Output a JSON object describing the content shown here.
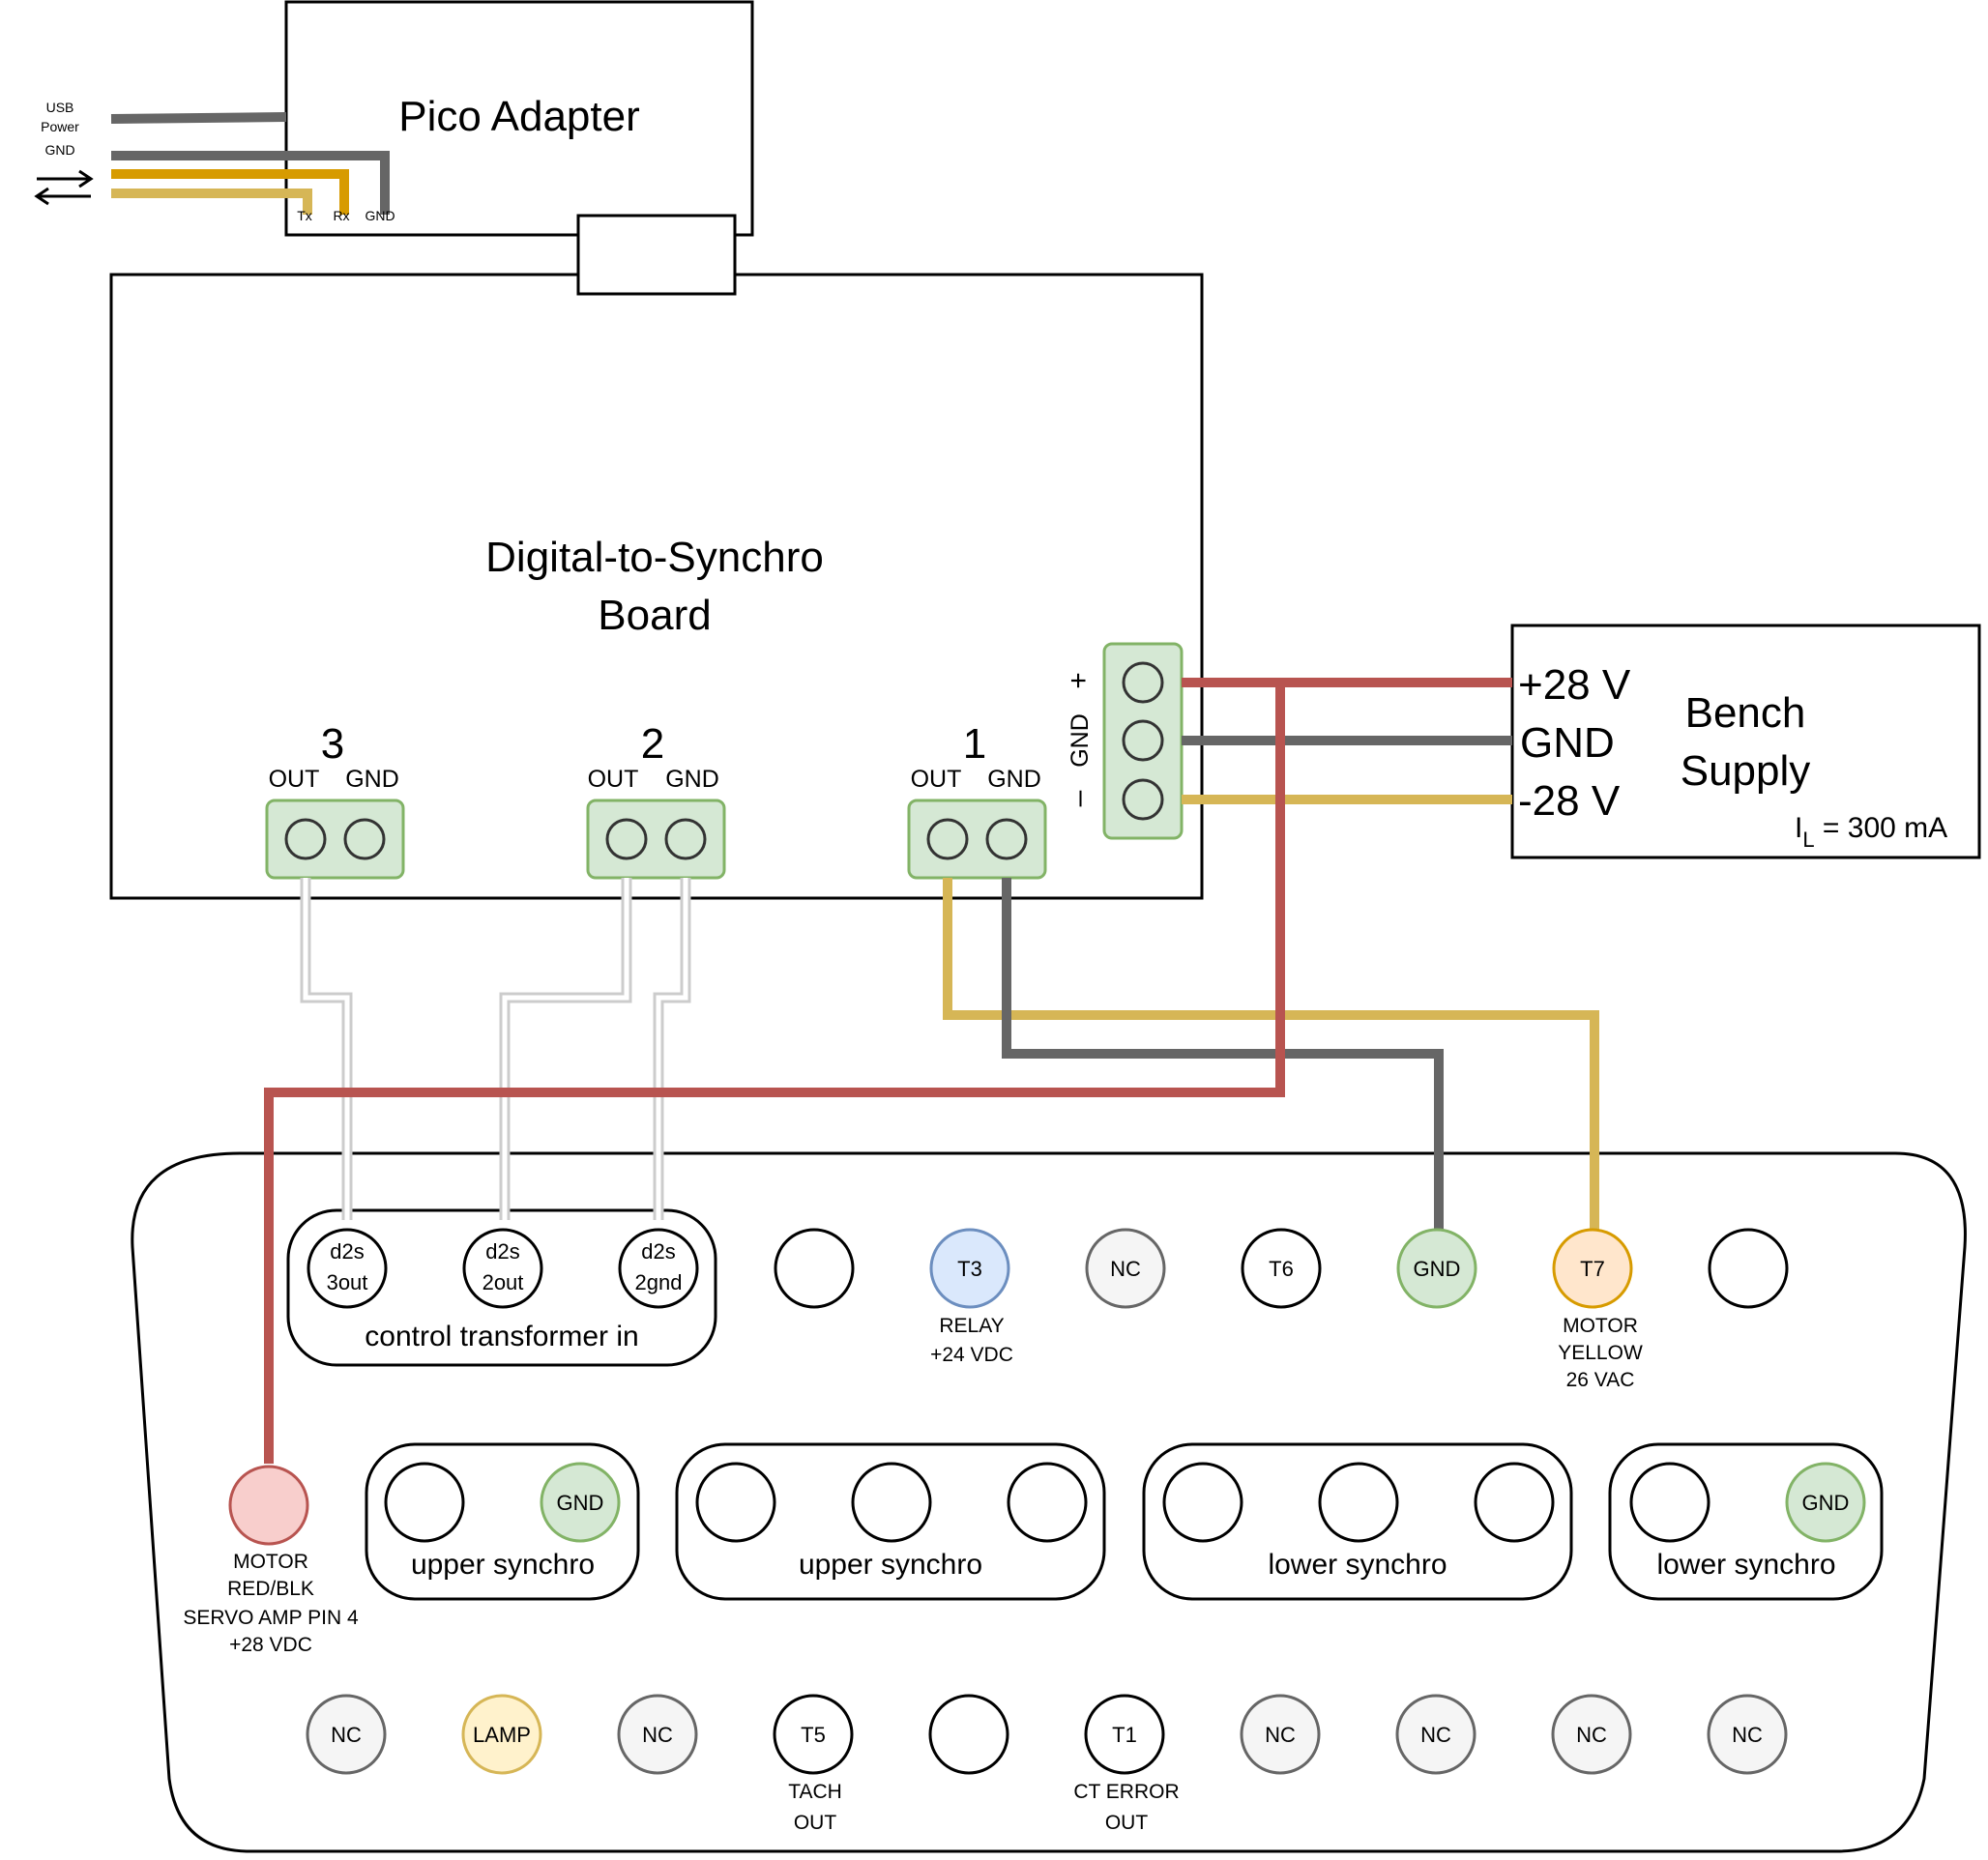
{
  "colors": {
    "red": "#b85450",
    "gray": "#666666",
    "yellow": "#d6b656",
    "orange_yellow": "#d79b00",
    "light_gray_wire": "#cccccc",
    "terminal_fill": "#d5e8d4",
    "terminal_stroke": "#82b366",
    "pin_red_fill": "#f8cecc",
    "pin_blue_fill": "#dae8fc",
    "pin_blue_stroke": "#6c8ebf",
    "pin_orange_fill": "#ffe6cc",
    "pin_orange_stroke": "#d79b00",
    "pin_lamp_fill": "#fff2cc",
    "pin_gray_fill": "#f5f5f5"
  },
  "pico": {
    "title": "Pico Adapter",
    "usb_label_1": "USB",
    "usb_label_2": "Power",
    "gnd_label": "GND",
    "pin_tx": "Tx",
    "pin_rx": "Rx",
    "pin_gnd": "GND",
    "arrows_icon": "bidirectional-arrows-icon"
  },
  "board": {
    "title_line1": "Digital-to-Synchro",
    "title_line2": "Board",
    "channels": [
      {
        "number": "3",
        "out": "OUT",
        "gnd": "GND"
      },
      {
        "number": "2",
        "out": "OUT",
        "gnd": "GND"
      },
      {
        "number": "1",
        "out": "OUT",
        "gnd": "GND"
      }
    ],
    "power_plus": "+",
    "power_gnd": "GND",
    "power_minus": "–"
  },
  "supply": {
    "title_line1": "Bench",
    "title_line2": "Supply",
    "plus": "+28 V",
    "gnd": "GND",
    "minus": "-28 V",
    "current_symbol": "I",
    "current_sub": "L",
    "current_value": " = 300 mA"
  },
  "connector": {
    "group_ct_label": "control transformer in",
    "row1": [
      {
        "line1": "d2s",
        "line2": "3out"
      },
      {
        "line1": "d2s",
        "line2": "2out"
      },
      {
        "line1": "d2s",
        "line2": "2gnd"
      },
      {
        "text": ""
      },
      {
        "text": "T3",
        "desc": [
          "RELAY",
          "+24 VDC"
        ]
      },
      {
        "text": "NC"
      },
      {
        "text": "T6"
      },
      {
        "text": "GND"
      },
      {
        "text": "T7",
        "desc": [
          "MOTOR",
          "YELLOW",
          "26 VAC"
        ]
      },
      {
        "text": ""
      }
    ],
    "row2": {
      "motor_desc": [
        "MOTOR",
        "RED/BLK",
        "SERVO AMP PIN 4",
        "+28 VDC"
      ],
      "groups": [
        {
          "label": "upper synchro",
          "pins": [
            "",
            "GND"
          ]
        },
        {
          "label": "upper synchro",
          "pins": [
            "",
            "",
            ""
          ]
        },
        {
          "label": "lower synchro",
          "pins": [
            "",
            "",
            ""
          ]
        },
        {
          "label": "lower synchro",
          "pins": [
            "",
            "GND"
          ]
        }
      ]
    },
    "row3": [
      {
        "text": "NC"
      },
      {
        "text": "LAMP"
      },
      {
        "text": "NC"
      },
      {
        "text": "T5",
        "desc": [
          "TACH",
          "OUT"
        ]
      },
      {
        "text": ""
      },
      {
        "text": "T1",
        "desc": [
          "CT ERROR",
          "OUT"
        ]
      },
      {
        "text": "NC"
      },
      {
        "text": "NC"
      },
      {
        "text": "NC"
      },
      {
        "text": "NC"
      }
    ]
  }
}
